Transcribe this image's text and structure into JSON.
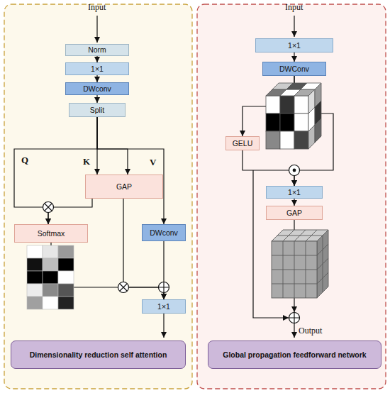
{
  "diagram": {
    "nodes": [
      {
        "text": [
          "Norm"
        ]
      },
      {
        "text": [
          "1×1"
        ]
      },
      {
        "text": [
          "DWconv"
        ]
      },
      {
        "text": [
          "Split"
        ]
      },
      {
        "text": [
          "GAP"
        ]
      },
      {
        "text": [
          "Softmax"
        ]
      },
      {
        "text": [
          "DWconv"
        ]
      },
      {
        "text": [
          "1×1"
        ]
      },
      {
        "text": [
          "Dimensionality reduction self attention"
        ]
      },
      {
        "text": [
          "1×1"
        ]
      },
      {
        "text": [
          "DWConv"
        ]
      },
      {
        "text": [
          "GELU"
        ]
      },
      {
        "text": [
          "1×1"
        ]
      },
      {
        "text": [
          "GAP"
        ]
      },
      {
        "text": [
          "Global propagation feedforward network"
        ]
      }
    ],
    "edges": [
      {
        "from": 0,
        "to": 1,
        "arrow": "to"
      },
      {
        "from": 1,
        "to": 2,
        "arrow": "to"
      },
      {
        "from": 2,
        "to": 3,
        "arrow": "to"
      },
      {
        "from": 3,
        "to": 4,
        "arrow": "to"
      },
      {
        "from": 3,
        "to": 4,
        "arrow": "to"
      },
      {
        "from": 3,
        "to": 5,
        "arrow": "to"
      },
      {
        "from": 4,
        "to": 5,
        "arrow": "to"
      },
      {
        "from": 3,
        "to": 6,
        "arrow": "to"
      },
      {
        "from": 5,
        "to": 7,
        "arrow": "to"
      },
      {
        "from": 4,
        "to": 7,
        "arrow": "to"
      },
      {
        "from": 6,
        "to": 7,
        "arrow": "to"
      },
      {
        "from": 9,
        "to": 10,
        "arrow": "to"
      },
      {
        "from": 10,
        "to": 11,
        "arrow": "to"
      },
      {
        "from": 10,
        "to": 12,
        "arrow": "to"
      },
      {
        "from": 11,
        "to": 12,
        "arrow": "to"
      },
      {
        "from": 12,
        "to": 13,
        "arrow": "to"
      }
    ],
    "labels": [
      "Input",
      "Q",
      "K",
      "V",
      "Input",
      "Output"
    ]
  }
}
